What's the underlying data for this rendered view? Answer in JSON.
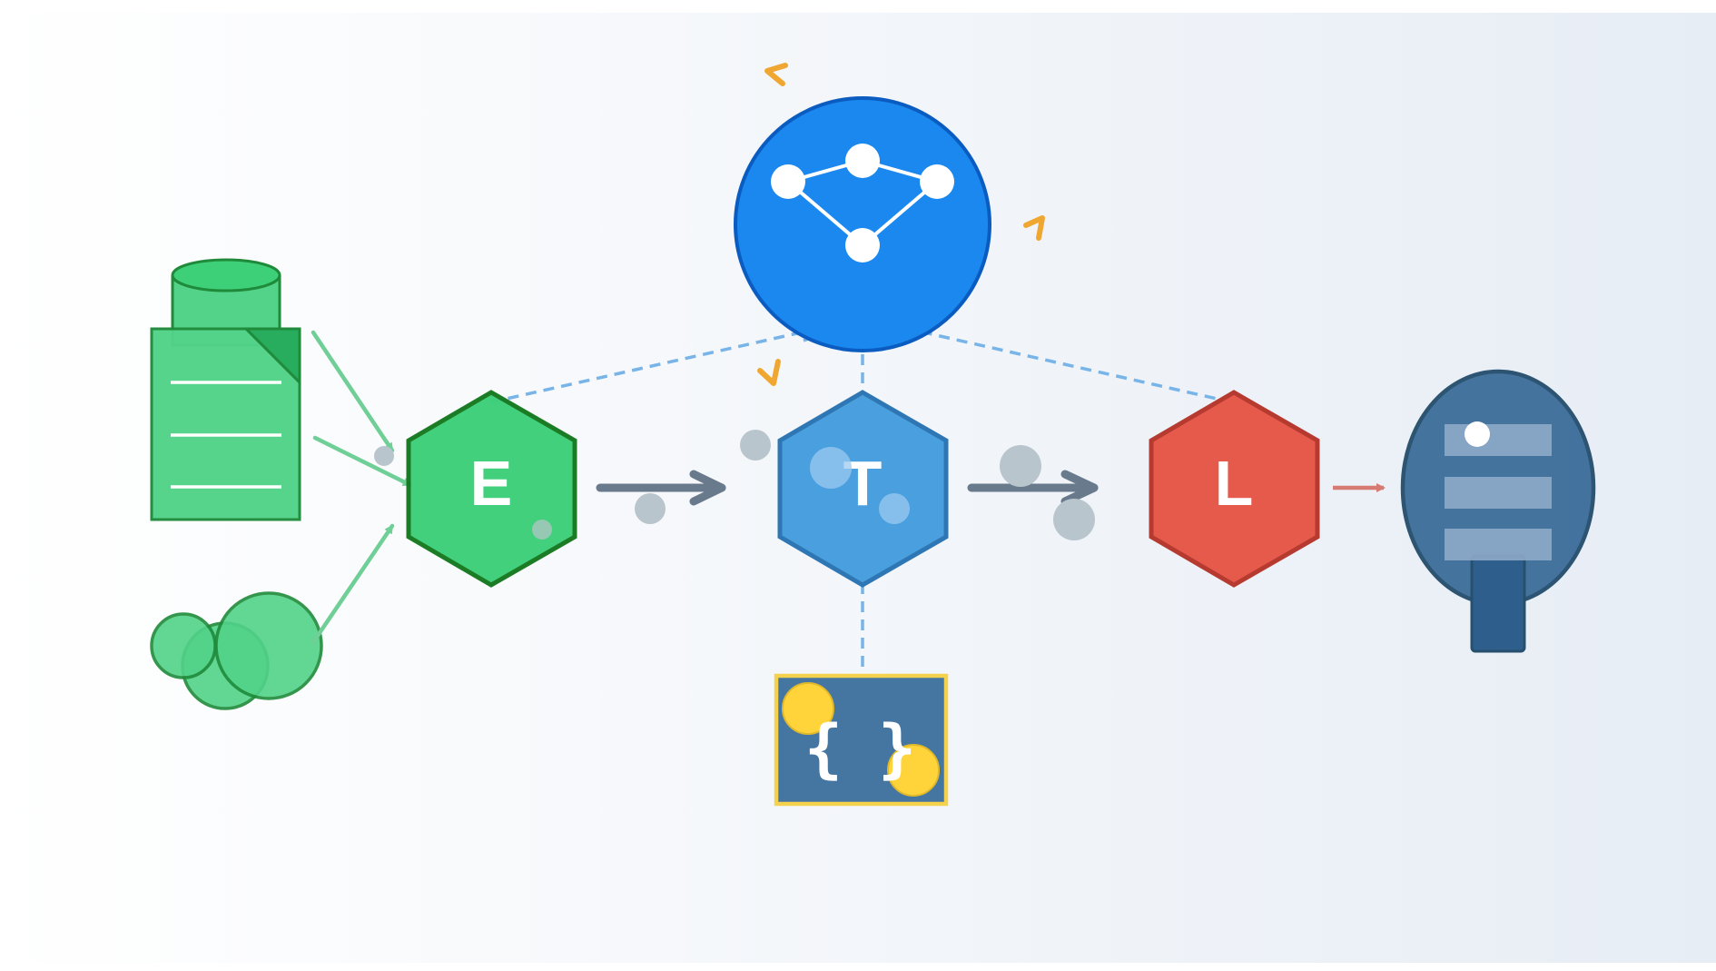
{
  "colors": {
    "extract": "#3ecf79",
    "extract_stroke": "#15781f",
    "transform": "#4aa0df",
    "transform_stroke": "#2e77b4",
    "load": "#e65a4b",
    "load_stroke": "#b63a30",
    "orchestrator": "#1a88ee",
    "orchestrator_stroke": "#0b5cc0",
    "sources": "#52d389",
    "warehouse": "#3f6f9c",
    "warehouse_stroke": "#27506e",
    "json_box": "#4576a1",
    "json_box_stroke": "#f5d24e",
    "accent_spark": "#f0a732",
    "arrow": "#5a6d80",
    "particle": "#b9c5cc"
  },
  "stages": {
    "extract": {
      "letter": "E",
      "icon": "extract-hexagon"
    },
    "transform": {
      "letter": "T",
      "icon": "transform-hexagon"
    },
    "load": {
      "letter": "L",
      "icon": "load-hexagon"
    }
  },
  "json_box": {
    "open_brace": "{",
    "close_brace": "}",
    "icon": "json-data-icon"
  },
  "orchestrator": {
    "icon": "network-graph-icon"
  },
  "sources": [
    "database-icon",
    "document-icon",
    "cloud-icon"
  ],
  "destination": {
    "icon": "data-warehouse-icon"
  }
}
